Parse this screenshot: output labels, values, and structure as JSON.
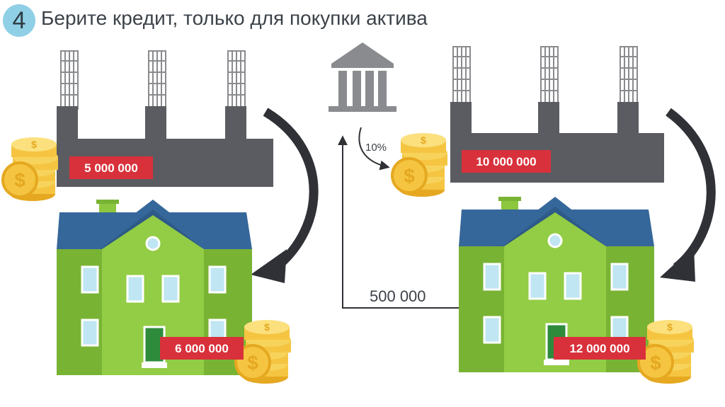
{
  "header": {
    "step_number": "4",
    "title": "Берите кредит, только для покупки актива"
  },
  "left": {
    "foundation_price": "5 000 000",
    "house_price": "6 000 000"
  },
  "right": {
    "foundation_price": "10 000 000",
    "house_price": "12 000 000"
  },
  "bank": {
    "rate_label": "10%",
    "payment_label": "500 000"
  },
  "colors": {
    "concrete": "#5b5c61",
    "rebar": "#8a8b8f",
    "roof": "#36679a",
    "wall": "#8dc63f",
    "wall_shade": "#79b334",
    "door": "#2e8b3c",
    "window": "#bfe6f2",
    "price_tag": "#d8313b",
    "coin": "#f5c542",
    "arrow": "#2f3136"
  }
}
